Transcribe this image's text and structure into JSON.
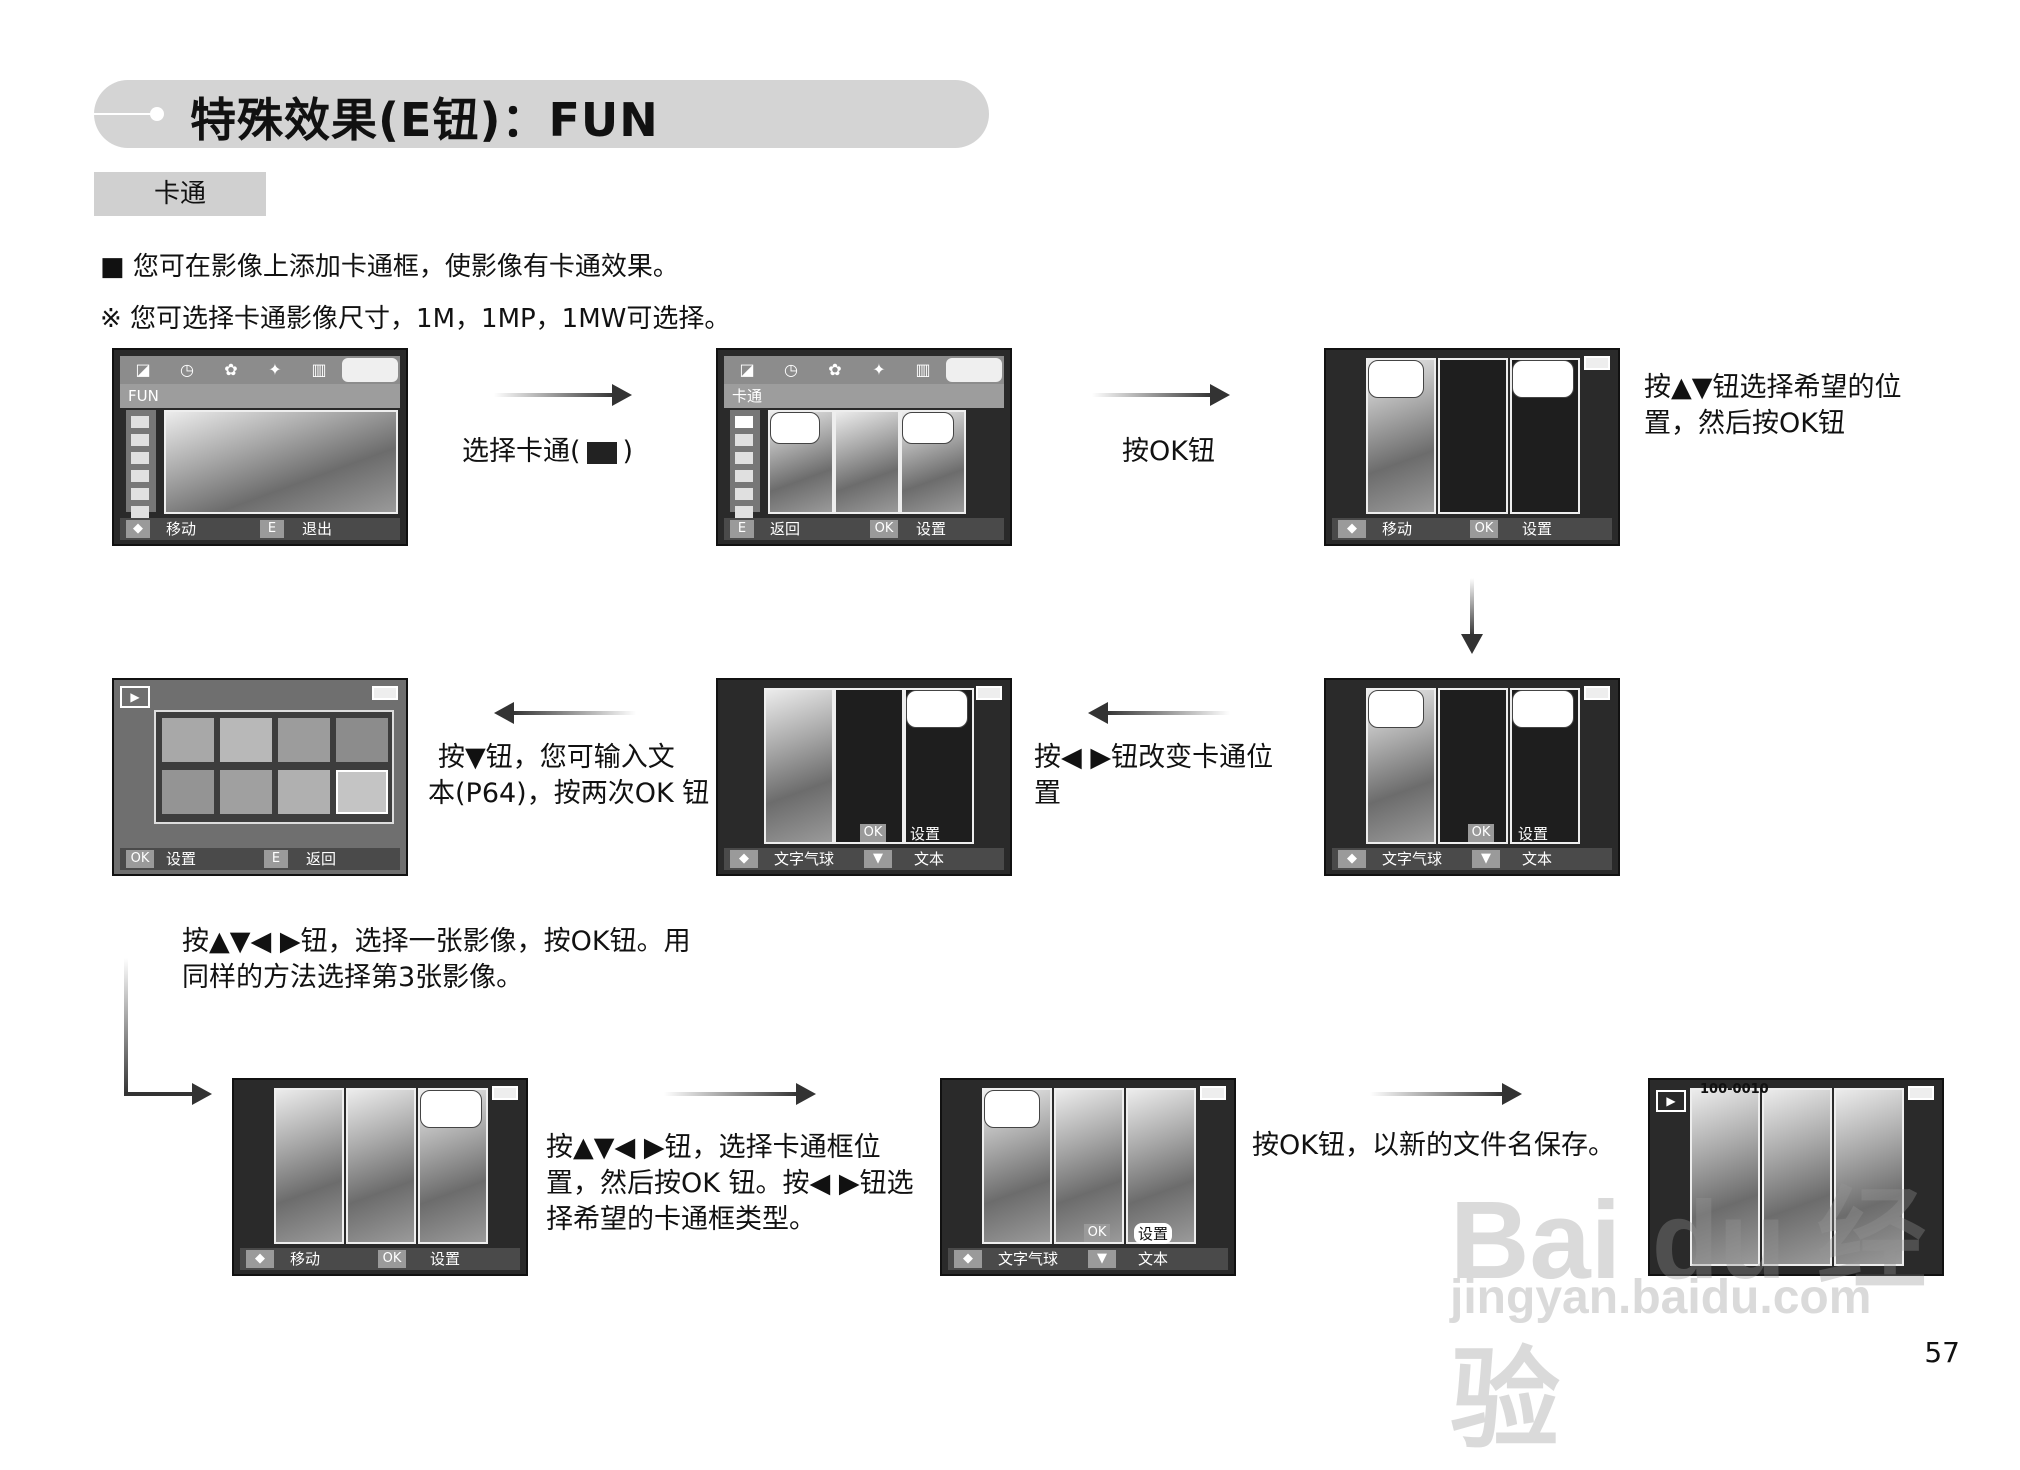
{
  "header": {
    "title": "特殊效果(E钮)：FUN"
  },
  "section": {
    "label": "卡通"
  },
  "intro": {
    "line1": "■ 您可在影像上添加卡通框，使影像有卡通效果。",
    "line2": "※ 您可选择卡通影像尺寸，1M，1MP，1MW可选择。"
  },
  "screens": {
    "s1": {
      "menu_label": "FUN",
      "k1": "◆",
      "a1": "移动",
      "k2": "E",
      "a2": "退出"
    },
    "s2": {
      "menu_label": "卡通",
      "k1": "E",
      "a1": "返回",
      "k2": "OK",
      "a2": "设置"
    },
    "s3": {
      "k1": "◆",
      "a1": "移动",
      "k2": "OK",
      "a2": "设置"
    },
    "s4": {
      "k1": "OK",
      "a1": "设置",
      "k2": "E",
      "a2": "返回"
    },
    "s5": {
      "ok": "OK",
      "set": "设置",
      "k1": "◆",
      "a1": "文字气球",
      "k2": "▼",
      "a2": "文本"
    },
    "s6": {
      "ok": "OK",
      "set": "设置",
      "k1": "◆",
      "a1": "文字气球",
      "k2": "▼",
      "a2": "文本"
    },
    "s7": {
      "k1": "◆",
      "a1": "移动",
      "k2": "OK",
      "a2": "设置"
    },
    "s8": {
      "ok": "OK",
      "set": "设置",
      "k1": "◆",
      "a1": "文字气球",
      "k2": "▼",
      "a2": "文本"
    },
    "s9": {
      "file": "100-0010"
    }
  },
  "captions": {
    "c1": "选择卡通(",
    "c1_end": ")",
    "c2": "按OK钮",
    "c3_l1": "按▲▼钮选择希望的位",
    "c3_l2": "置，然后按OK钮",
    "c4_l1": "按◀ ▶钮改变卡通位",
    "c4_l2": "置",
    "c5_l1": "按▼钮，您可输入文",
    "c5_l2": "本(P64)，按两次OK 钮",
    "c6_l1": "按▲▼◀ ▶钮，选择一张影像，按OK钮。用",
    "c6_l2": "同样的方法选择第3张影像。",
    "c7_l1": "按▲▼◀ ▶钮，选择卡通框位",
    "c7_l2": "置，然后按OK 钮。按◀ ▶钮选",
    "c7_l3": "择希望的卡通框类型。",
    "c8": "按OK钮，以新的文件名保存。"
  },
  "watermark": {
    "brand": "Bai du 经验",
    "url": "jingyan.baidu.com"
  },
  "page_number": "57",
  "colors": {
    "header_bg": "#d4d4d4",
    "screen_bg": "#2a2a2a",
    "bar_bg": "#4a4a4a"
  }
}
